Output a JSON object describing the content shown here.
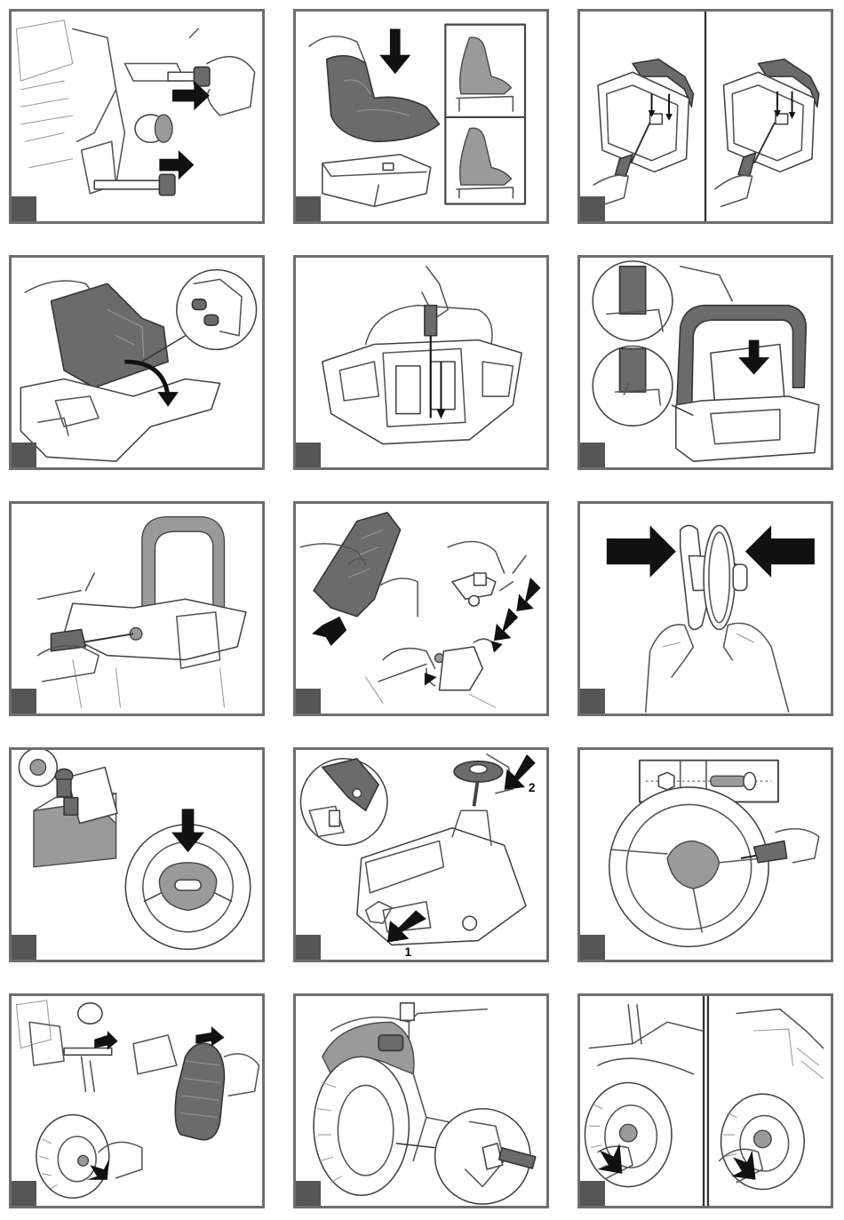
{
  "document": {
    "type": "assembly-instructions-sheet",
    "panel_count": 15,
    "step_tab_color": "#555555",
    "border_color": "#6e6e6e"
  },
  "panels": [
    {
      "id": 1,
      "depicts": "remove-pins-arrows"
    },
    {
      "id": 2,
      "depicts": "seat-placement"
    },
    {
      "id": 3,
      "depicts": "screw-seat-base"
    },
    {
      "id": 4,
      "depicts": "seat-attach-detail"
    },
    {
      "id": 5,
      "depicts": "screwdriver-seat"
    },
    {
      "id": 6,
      "depicts": "handle-insert"
    },
    {
      "id": 7,
      "depicts": "handle-screw"
    },
    {
      "id": 8,
      "depicts": "panel-removal"
    },
    {
      "id": 9,
      "depicts": "steering-wheel-join"
    },
    {
      "id": 10,
      "depicts": "box-and-steering-cap"
    },
    {
      "id": 11,
      "depicts": "steering-column-mount",
      "labels": [
        "1",
        "2"
      ]
    },
    {
      "id": 12,
      "depicts": "steering-wheel-bolt"
    },
    {
      "id": 13,
      "depicts": "axle-and-wheels"
    },
    {
      "id": 14,
      "depicts": "front-wheel-detail"
    },
    {
      "id": 15,
      "depicts": "wheel-caps"
    }
  ]
}
